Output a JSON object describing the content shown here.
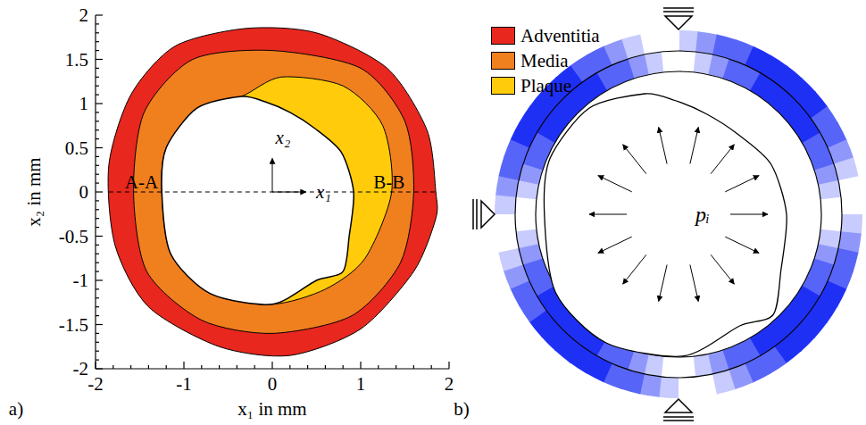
{
  "diagram": {
    "labels": [
      "2",
      "1.5",
      "1",
      "0.5",
      "0",
      "-0.5",
      "-1",
      "-1.5",
      "-2",
      "-2",
      "-1",
      "0",
      "1",
      "2",
      "x₂ in mm",
      "x₁ in mm",
      "A-A",
      "B-B",
      "x₂",
      "x₁",
      "a)",
      "b)",
      "pᵢ"
    ],
    "legend": [
      {
        "text": "Adventitia",
        "color": "#e8271e"
      },
      {
        "text": "Media",
        "color": "#f07f1e"
      },
      {
        "text": "Plaque",
        "color": "#ffcb0b"
      }
    ]
  }
}
